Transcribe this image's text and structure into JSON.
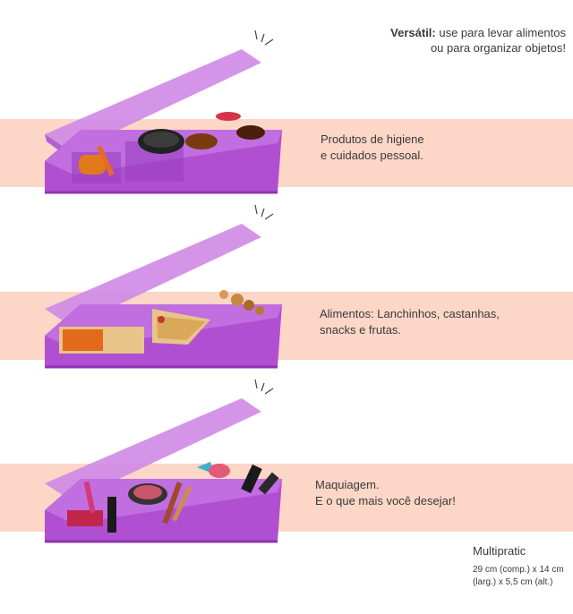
{
  "headline": {
    "bold": "Versátil:",
    "rest": " use para levar alimentos ou para organizar objetos!"
  },
  "features": [
    {
      "line1": "Produtos de higiene",
      "line2": "e cuidados pessoal."
    },
    {
      "line1": "Alimentos: Lanchinhos, castanhas,",
      "line2": "snacks e frutas."
    },
    {
      "line1": "Maquiagem.",
      "line2": "E o que mais você desejar!"
    }
  ],
  "spec": {
    "title": "Multipratic",
    "line1": "29 cm (comp.) x 14 cm",
    "line2": "(larg.) x 5,5 cm (alt.)"
  },
  "colors": {
    "band": "#fcd6c6",
    "box": "#b04fd0",
    "lid": "#c77be0"
  }
}
